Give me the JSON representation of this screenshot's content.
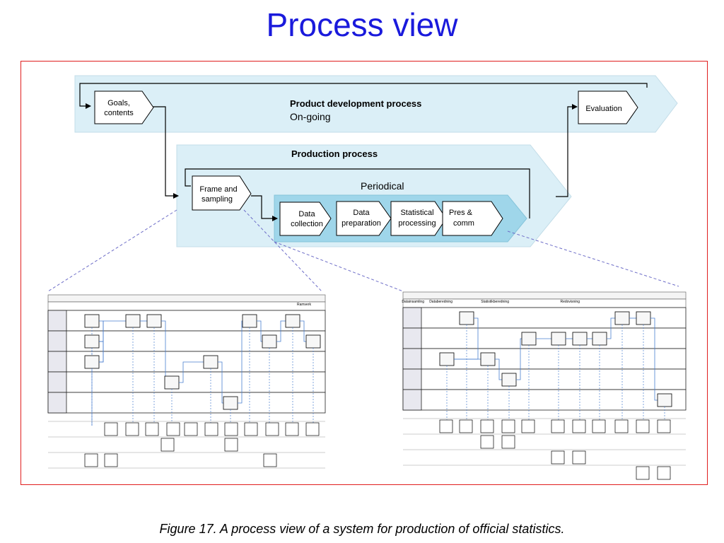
{
  "slide": {
    "title": "Process view",
    "caption": "Figure 17. A process view of a system for production of official statistics."
  },
  "colors": {
    "title": "#1a1adc",
    "frame_border": "#e01e1e",
    "band_fill": "#dbeff7",
    "inner_band_fill": "#9fd6ea",
    "dashed_link": "#6e6ec8"
  },
  "diagram": {
    "product_process": {
      "title": "Product development process",
      "subtitle": "On-going"
    },
    "production_process": {
      "title": "Production process",
      "subtitle": "Periodical"
    },
    "steps": {
      "goals": [
        "Goals,",
        "contents"
      ],
      "evaluation": [
        "Evaluation"
      ],
      "frame_sampling": [
        "Frame and",
        "sampling"
      ],
      "data_collection": [
        "Data",
        "collection"
      ],
      "data_preparation": [
        "Data",
        "preparation"
      ],
      "statistical_processing": [
        "Statistical",
        "processing"
      ],
      "pres_comm": [
        "Pres &",
        "comm"
      ]
    },
    "detail_views": {
      "left_label": "Ramverk",
      "right_stages": [
        "Datainsamling",
        "Databeredning",
        "Statistikberedning",
        "Redovisning"
      ]
    }
  }
}
